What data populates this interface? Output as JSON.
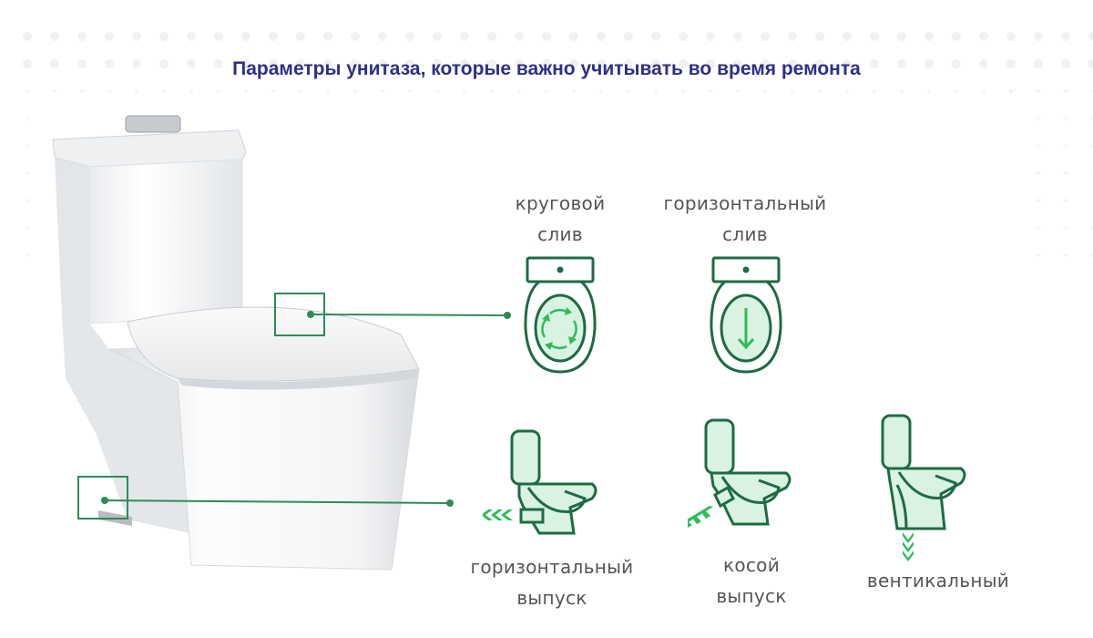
{
  "title": "Параметры унитаза, которые важно учитывать во время ремонта",
  "colors": {
    "accent": "#2e8b57",
    "outline": "#1d6b44",
    "fill": "#d9f2e2",
    "arrow": "#2ebd5b",
    "title": "#2f2f86",
    "text": "#555555"
  },
  "labels": {
    "circular_drain": [
      "круговой",
      "слив"
    ],
    "horizontal_drain": [
      "горизонтальный",
      "слив"
    ],
    "horizontal_outlet": [
      "горизонтальный",
      "выпуск"
    ],
    "oblique_outlet": [
      "косой",
      "выпуск"
    ],
    "vertical_outlet": [
      "вентикальный"
    ]
  }
}
